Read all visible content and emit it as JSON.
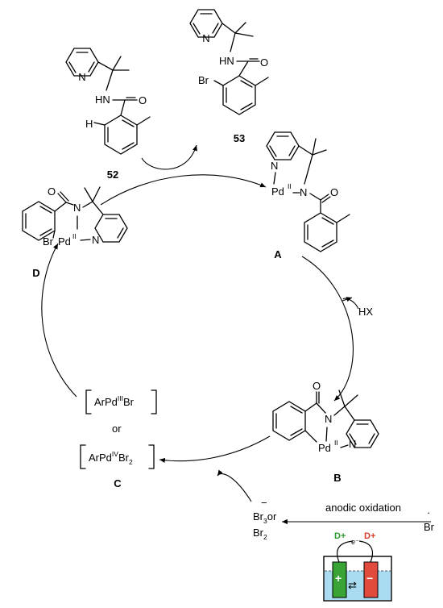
{
  "compounds": {
    "c52": {
      "label": "52",
      "atoms": {
        "nh": "HN",
        "o": "O",
        "n": "N",
        "h": "H"
      }
    },
    "c53": {
      "label": "53",
      "atoms": {
        "nh": "HN",
        "o": "O",
        "n": "N",
        "br": "Br"
      }
    },
    "A": {
      "label": "A",
      "atoms": {
        "pd": "Pd",
        "ox": "II",
        "n_amide": "N",
        "o": "O",
        "n_py": "N"
      }
    },
    "B": {
      "label": "B",
      "atoms": {
        "pd": "Pd",
        "ox": "II",
        "n_amide": "N",
        "o": "O",
        "n_py": "N"
      }
    },
    "D": {
      "label": "D",
      "atoms": {
        "pd": "Pd",
        "ox": "II",
        "n_amide": "N",
        "o": "O",
        "n_py": "N",
        "br": "Br"
      }
    }
  },
  "intermediate_C": {
    "label": "C",
    "or": "or",
    "top": {
      "pre": "ArPd",
      "ox": "III",
      "post": "Br"
    },
    "bottom": {
      "pre": "ArPd",
      "ox": "IV",
      "post": "Br",
      "sub": "2"
    }
  },
  "byproduct": "HX",
  "bromine_species": {
    "line1": "Br",
    "minus": "−",
    "sub3": "3",
    "or": "or",
    "line2": "Br",
    "sub2": "2"
  },
  "oxidation_label": "anodic oxidation",
  "bromide": {
    "text": "Br",
    "dot": "·"
  },
  "cell": {
    "electron": "e⁻",
    "plus": "+",
    "minus": "−",
    "swap": "⇄",
    "pos_term": "D+",
    "neg_term": "D+"
  },
  "colors": {
    "anode": "#3aa335",
    "cathode": "#e04b3c",
    "electrolyte": "#a9dcf0",
    "terminal_pos": "#2c9a2f",
    "terminal_neg": "#d63a2c"
  }
}
